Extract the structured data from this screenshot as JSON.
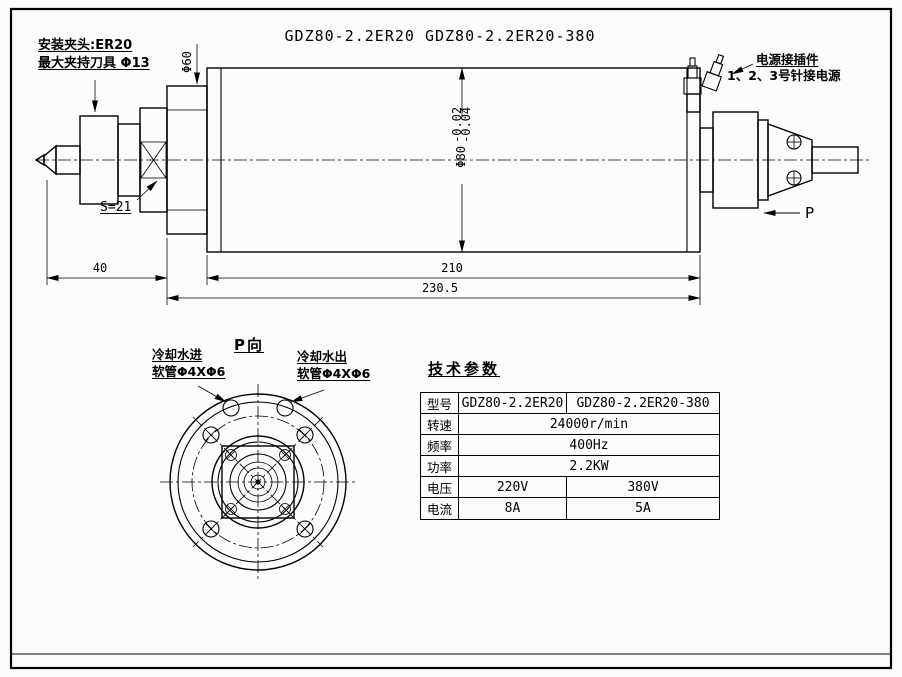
{
  "colors": {
    "background": "#fcfcfc",
    "line": "#000000"
  },
  "title": "GDZ80-2.2ER20  GDZ80-2.2ER20-380",
  "notes": {
    "collet_line1": "安装夹头:ER20",
    "collet_line2": "最大夹持刀具 Φ13",
    "power_line1": "电源接插件",
    "power_line2": "1、2、3号针接电源",
    "wrench": "S=21",
    "view_label": "P向",
    "view_arrow_label": "P",
    "water_in_line1": "冷却水进",
    "water_in_line2": "软管Φ4XΦ6",
    "water_out_line1": "冷却水出",
    "water_out_line2": "软管Φ4XΦ6"
  },
  "dims": {
    "shaft_dia": "Φ60",
    "body_dia": "Φ80",
    "body_dia_tol_upper": "-0.02",
    "body_dia_tol_lower": "-0.04",
    "nose_len": "40",
    "body_len": "210",
    "total_len": "230.5"
  },
  "table": {
    "title": "技术参数",
    "rows": [
      {
        "label": "型号",
        "col1": "GDZ80-2.2ER20",
        "col2": "GDZ80-2.2ER20-380"
      },
      {
        "label": "转速",
        "value": "24000r/min"
      },
      {
        "label": "频率",
        "value": "400Hz"
      },
      {
        "label": "功率",
        "value": "2.2KW"
      },
      {
        "label": "电压",
        "col1": "220V",
        "col2": "380V"
      },
      {
        "label": "电流",
        "col1": "8A",
        "col2": "5A"
      }
    ]
  }
}
